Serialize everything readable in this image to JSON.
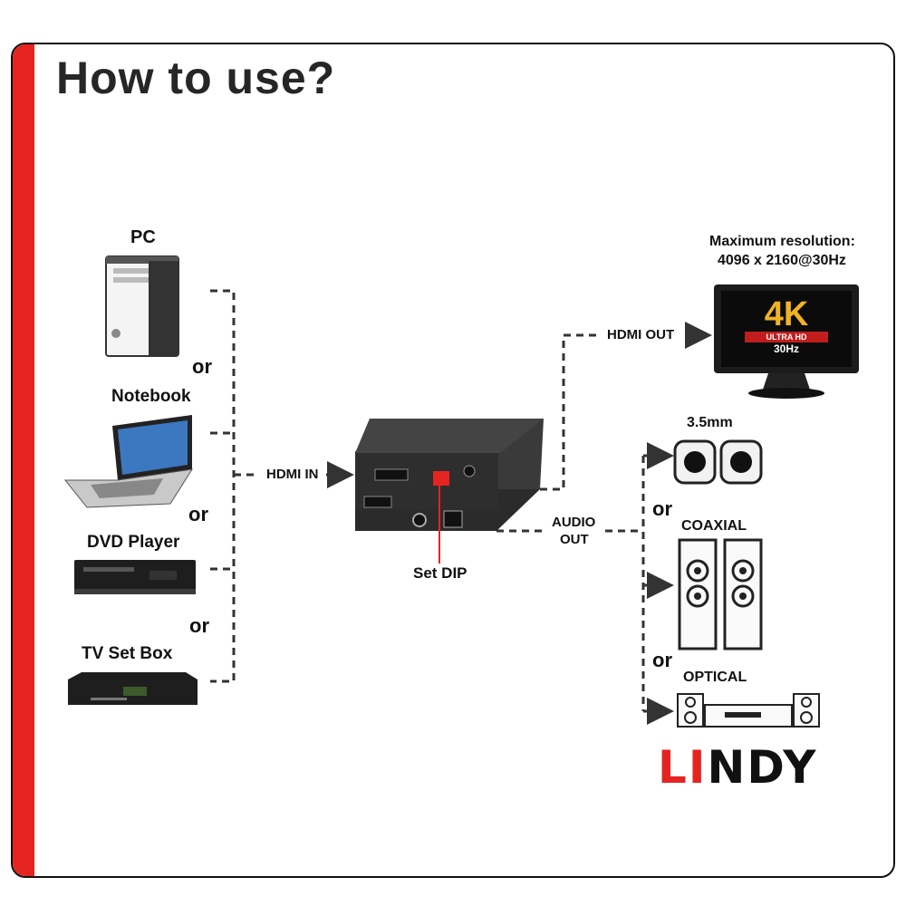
{
  "title": "How to use?",
  "sources": {
    "pc": "PC",
    "notebook": "Notebook",
    "dvd_player": "DVD Player",
    "tv_set_box": "TV Set Box",
    "or_label": "or"
  },
  "device": {
    "hdmi_in": "HDMI IN",
    "hdmi_out": "HDMI OUT",
    "audio_out_line1": "AUDIO",
    "audio_out_line2": "OUT",
    "set_dip": "Set DIP"
  },
  "display": {
    "max_res_line1": "Maximum resolution:",
    "max_res_line2": "4096 x 2160@30Hz",
    "badge_4k": "4K",
    "badge_ultra": "ULTRA HD",
    "badge_hz": "30Hz"
  },
  "audio_outputs": {
    "jack": "3.5mm",
    "coaxial": "COAXIAL",
    "optical": "OPTICAL",
    "or_label": "or"
  },
  "brand": {
    "logo_l": "L",
    "logo_i": "I",
    "logo_rest": "NDY"
  },
  "colors": {
    "accent": "#e52421",
    "line": "#333333"
  }
}
